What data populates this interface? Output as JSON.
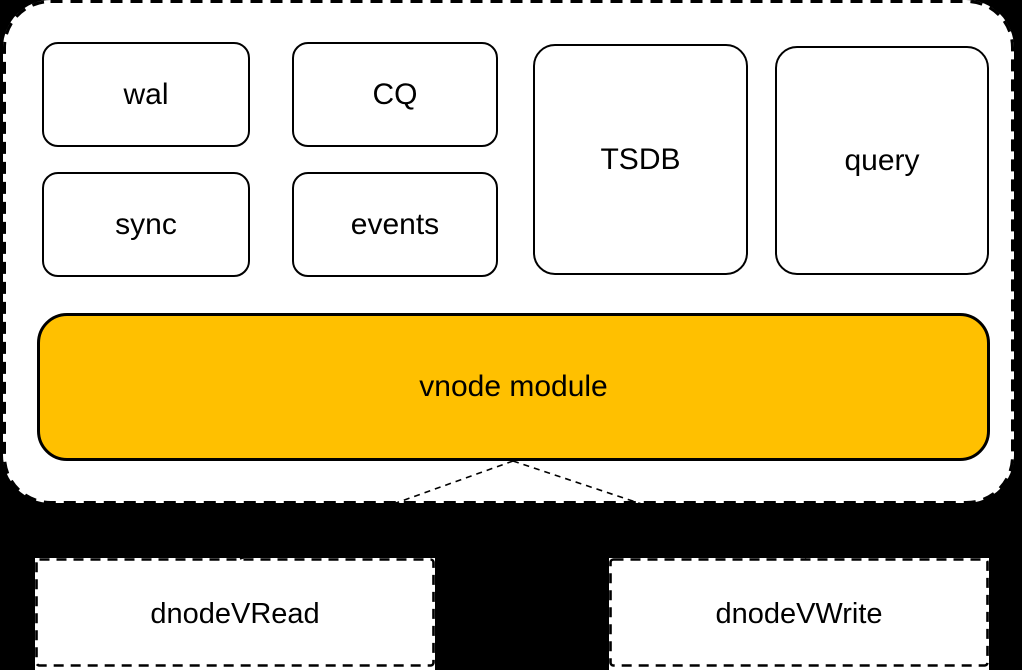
{
  "page": {
    "background": "#000000"
  },
  "panel": {
    "fill": "#FFFFFF",
    "modules": [
      {
        "label": "wal"
      },
      {
        "label": "CQ"
      },
      {
        "label": "sync"
      },
      {
        "label": "events"
      },
      {
        "label": "TSDB"
      },
      {
        "label": "query"
      }
    ],
    "vnode": {
      "label": "vnode module",
      "fill": "#FFC000"
    }
  },
  "dnodes": [
    {
      "label": "dnodeVRead"
    },
    {
      "label": "dnodeVWrite"
    }
  ],
  "colors": {
    "stroke": "#000000",
    "box_fill": "#FFFFFF"
  }
}
